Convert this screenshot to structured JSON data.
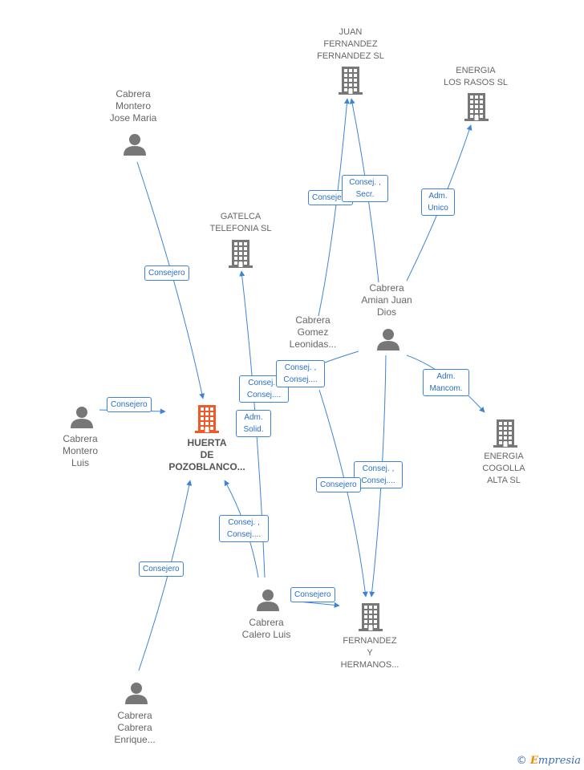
{
  "colors": {
    "edge": "#3d84d6",
    "node_gray": "#777777",
    "node_main": "#f05a28"
  },
  "nodes": [
    {
      "id": "huerta",
      "type": "company-main",
      "label": "HUERTA\nDE\nPOZOBLANCO...",
      "icon": "building-icon"
    },
    {
      "id": "juan_fernandez",
      "type": "company",
      "label": "JUAN\nFERNANDEZ\nFERNANDEZ SL",
      "icon": "building-icon"
    },
    {
      "id": "energia_rasos",
      "type": "company",
      "label": "ENERGIA\nLOS RASOS  SL",
      "icon": "building-icon"
    },
    {
      "id": "gatelca",
      "type": "company",
      "label": "GATELCA\nTELEFONIA  SL",
      "icon": "building-icon"
    },
    {
      "id": "energia_cogolla",
      "type": "company",
      "label": "ENERGIA\nCOGOLLA\nALTA  SL",
      "icon": "building-icon"
    },
    {
      "id": "fernandez_hermanos",
      "type": "company",
      "label": "FERNANDEZ\nY\nHERMANOS...",
      "icon": "building-icon"
    },
    {
      "id": "montero_jose",
      "type": "person",
      "label": "Cabrera\nMontero\nJose Maria",
      "icon": "person-icon"
    },
    {
      "id": "amian_juan",
      "type": "person",
      "label": "Cabrera\nAmian Juan\nDios",
      "icon": "person-icon"
    },
    {
      "id": "gomez_leonidas",
      "type": "person",
      "label": "Cabrera\nGomez\nLeonidas...",
      "icon": "person-icon"
    },
    {
      "id": "montero_luis",
      "type": "person",
      "label": "Cabrera\nMontero\nLuis",
      "icon": "person-icon"
    },
    {
      "id": "calero_luis",
      "type": "person",
      "label": "Cabrera\nCalero Luis",
      "icon": "person-icon"
    },
    {
      "id": "cabrera_enrique",
      "type": "person",
      "label": "Cabrera\nCabrera\nEnrique...",
      "icon": "person-icon"
    }
  ],
  "edges": [
    {
      "from": "montero_jose",
      "to": "huerta",
      "label": "Consejero"
    },
    {
      "from": "montero_luis",
      "to": "huerta",
      "label": "Consejero"
    },
    {
      "from": "cabrera_enrique",
      "to": "huerta",
      "label": "Consejero"
    },
    {
      "from": "calero_luis",
      "to": "huerta",
      "label": "Consej. ,\nConsej...."
    },
    {
      "from": "calero_luis",
      "to": "gatelca",
      "label": "Adm.\nSolid."
    },
    {
      "from": "calero_luis",
      "to": "fernandez_hermanos",
      "label": "Consejero"
    },
    {
      "from": "amian_juan",
      "to": "huerta",
      "label": "Consej. ,\nConsej...."
    },
    {
      "from": "gomez_leonidas",
      "to": "juan_fernandez",
      "label": "Consejero"
    },
    {
      "from": "amian_juan",
      "to": "juan_fernandez",
      "label": "Consej. ,\nSecr."
    },
    {
      "from": "amian_juan",
      "to": "energia_rasos",
      "label": "Adm.\nUnico"
    },
    {
      "from": "amian_juan",
      "to": "energia_cogolla",
      "label": "Adm.\nMancom."
    },
    {
      "from": "amian_juan",
      "to": "fernandez_hermanos",
      "label": "Consej. ,\nConsej...."
    },
    {
      "from": "gomez_leonidas",
      "to": "fernandez_hermanos",
      "label": "Consejero"
    },
    {
      "from": "gomez_leonidas",
      "to": "huerta",
      "label": "Consej. ,\nConsej...."
    }
  ],
  "watermark": {
    "copyright": "©",
    "brand_initial": "E",
    "brand_rest": "mpresia"
  }
}
